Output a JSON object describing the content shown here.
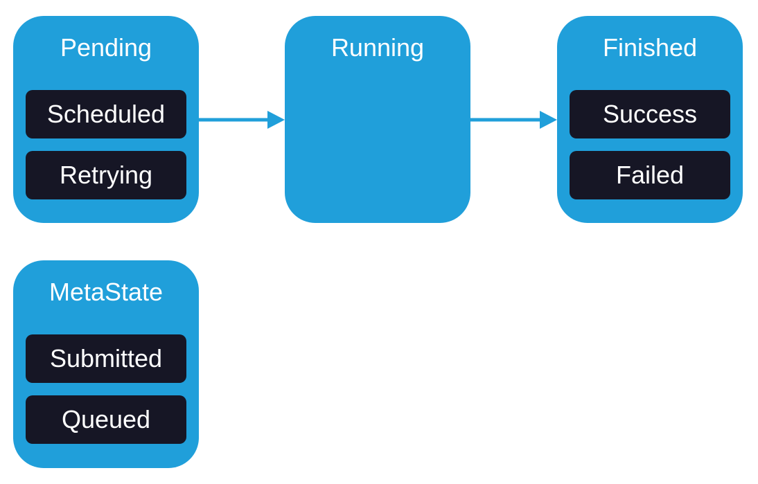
{
  "colors": {
    "group_fill": "#209fda",
    "substate_fill": "#161625",
    "text": "#ffffff",
    "arrow": "#209fda"
  },
  "groups": {
    "pending": {
      "title": "Pending",
      "states": [
        "Scheduled",
        "Retrying"
      ]
    },
    "running": {
      "title": "Running",
      "states": []
    },
    "finished": {
      "title": "Finished",
      "states": [
        "Success",
        "Failed"
      ]
    },
    "metastate": {
      "title": "MetaState",
      "states": [
        "Submitted",
        "Queued"
      ]
    }
  },
  "transitions": [
    {
      "from": "Pending",
      "to": "Running"
    },
    {
      "from": "Running",
      "to": "Finished"
    }
  ]
}
